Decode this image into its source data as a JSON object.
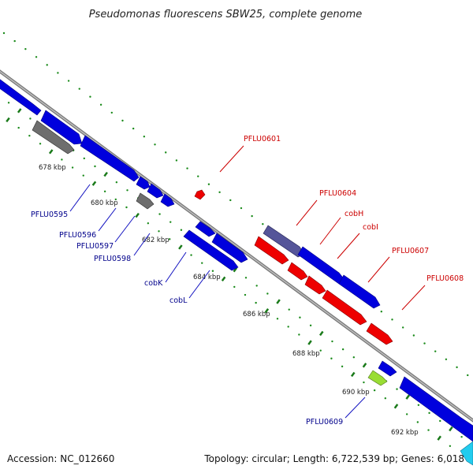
{
  "title": "Pseudomonas fluorescens SBW25, complete genome",
  "footer": {
    "accession": "Accession: NC_012660",
    "stats": "Topology: circular; Length: 6,722,539 bp; Genes: 6,018"
  },
  "scale_labels": [
    "678 kbp",
    "680 kbp",
    "682 kbp",
    "684 kbp",
    "686 kbp",
    "688 kbp",
    "690 kbp",
    "692 kbp"
  ],
  "gene_labels": {
    "PFLU0595": "PFLU0595",
    "PFLU0596": "PFLU0596",
    "PFLU0597": "PFLU0597",
    "PFLU0598": "PFLU0598",
    "cobK": "cobK",
    "cobL": "cobL",
    "PFLU0601": "PFLU0601",
    "PFLU0604": "PFLU0604",
    "cobH": "cobH",
    "cobI": "cobI",
    "PFLU0607": "PFLU0607",
    "PFLU0608": "PFLU0608",
    "PFLU0609": "PFLU0609"
  },
  "colors": {
    "blue_gene": "#0000dd",
    "red_gene": "#ee0000",
    "gray_gene": "#6e6e6e",
    "purple_gene": "#555599",
    "lime_gene": "#99dd33",
    "cyan_gene": "#22ccee",
    "backbone": "#888888",
    "dots": "#1a8a1a"
  }
}
